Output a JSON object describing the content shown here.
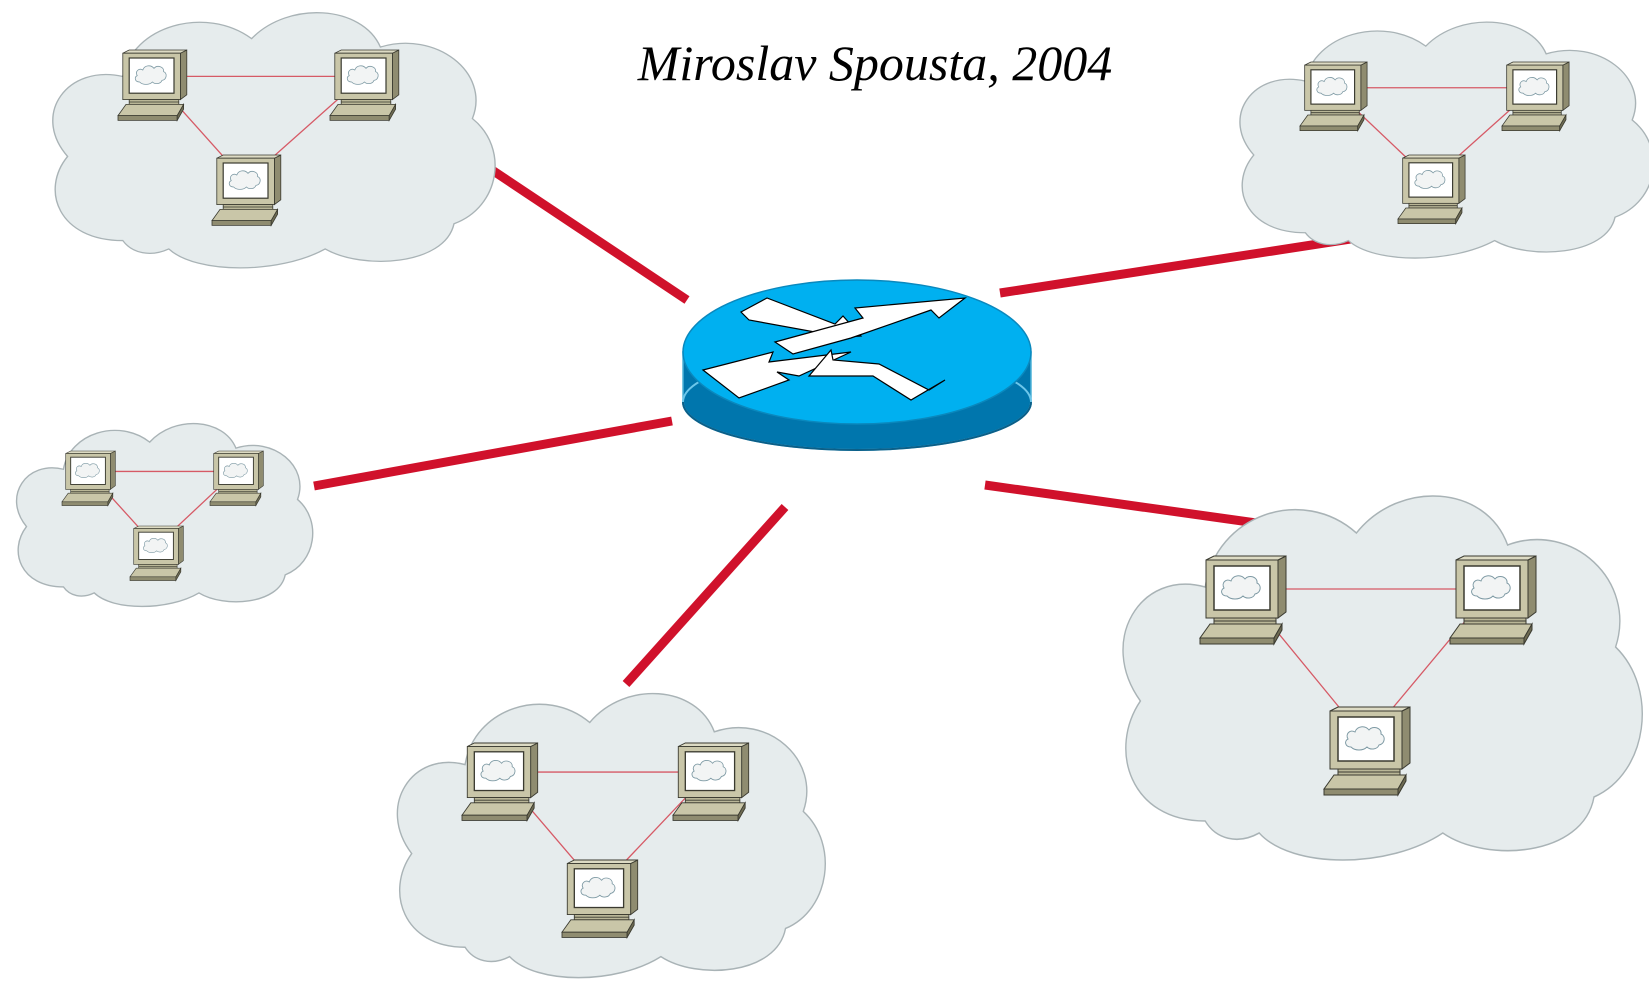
{
  "caption": "Miroslav Spousta, 2004",
  "colors": {
    "link": "#d0112b",
    "lan_link": "#d65a66",
    "cloud_fill": "#e6eced",
    "cloud_stroke": "#a9b3b6",
    "router_top": "#00b0f0",
    "router_side": "#0076ad",
    "computer_body": "#c9c6a8"
  },
  "router": {
    "icon": "router-icon"
  },
  "networks": [
    {
      "id": "network-top-left",
      "computers": 3
    },
    {
      "id": "network-top-right",
      "computers": 3
    },
    {
      "id": "network-middle-left",
      "computers": 3
    },
    {
      "id": "network-bottom-center",
      "computers": 3
    },
    {
      "id": "network-bottom-right",
      "computers": 3
    }
  ]
}
